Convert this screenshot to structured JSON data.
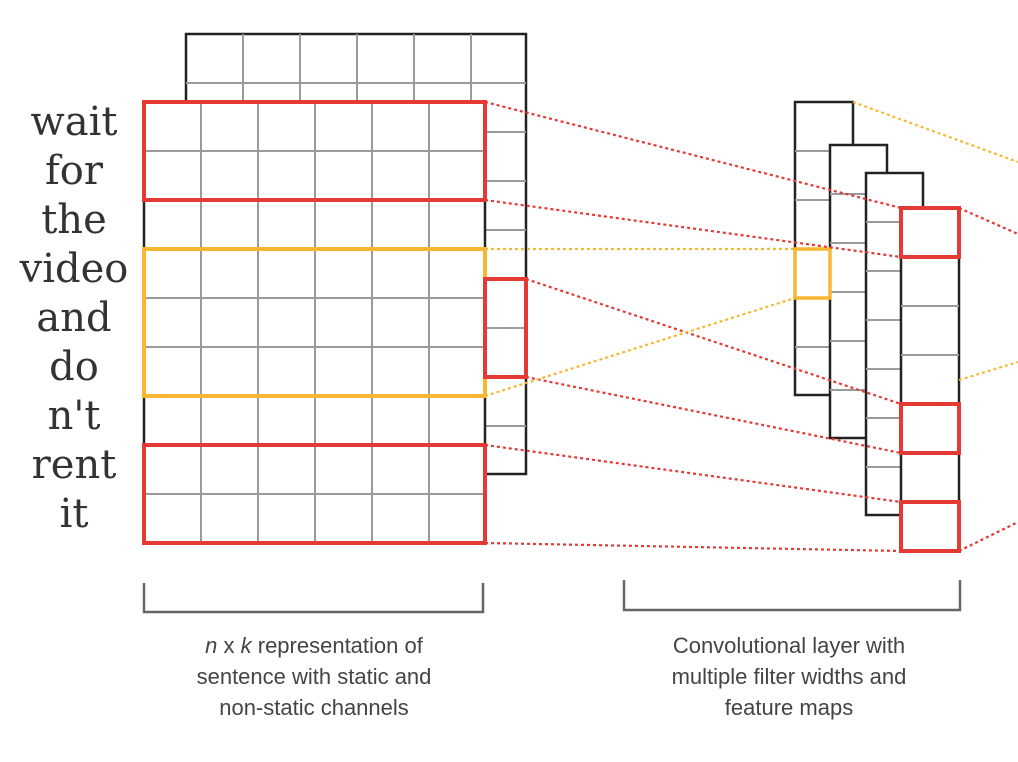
{
  "words": [
    "wait",
    "for",
    "the",
    "video",
    "and",
    "do",
    "n't",
    "rent",
    "it"
  ],
  "captions": {
    "left": {
      "n_symbol": "n",
      "x_symbol": " x ",
      "k_symbol": "k",
      "line1_rest": " representation of",
      "line2": "sentence with static and",
      "line3": "non-static channels"
    },
    "middle": {
      "line1": "Convolutional layer with",
      "line2": "multiple filter widths and",
      "line3": "feature maps"
    }
  },
  "colors": {
    "grid": "#9a9a9a",
    "outline": "#222222",
    "red": "#e53935",
    "yellow": "#f7b731"
  }
}
